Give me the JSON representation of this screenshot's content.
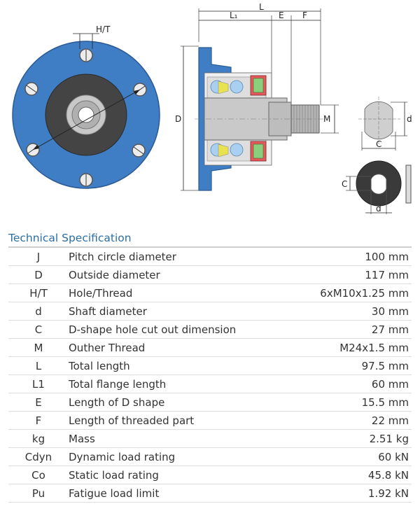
{
  "drawing_labels": {
    "ht": "H/T",
    "L": "L",
    "L1": "L₁",
    "E": "E",
    "F": "F",
    "D": "D",
    "M": "M",
    "d": "d",
    "C": "C",
    "C2": "C",
    "d2": "d"
  },
  "spec": {
    "title": "Technical Specification",
    "rows": [
      {
        "sym": "J",
        "desc": "Pitch circle diameter",
        "val": "100 mm"
      },
      {
        "sym": "D",
        "desc": "Outside diameter",
        "val": "117 mm"
      },
      {
        "sym": "H/T",
        "desc": "Hole/Thread",
        "val": "6xM10x1.25 mm"
      },
      {
        "sym": "d",
        "desc": "Shaft diameter",
        "val": "30 mm"
      },
      {
        "sym": "C",
        "desc": "D-shape hole cut out dimension",
        "val": "27 mm"
      },
      {
        "sym": "M",
        "desc": "Outher Thread",
        "val": "M24x1.5 mm"
      },
      {
        "sym": "L",
        "desc": "Total length",
        "val": "97.5 mm"
      },
      {
        "sym": "L1",
        "desc": "Total flange length",
        "val": "60 mm"
      },
      {
        "sym": "E",
        "desc": "Length of D shape",
        "val": "15.5 mm"
      },
      {
        "sym": "F",
        "desc": "Length of threaded part",
        "val": "22 mm"
      },
      {
        "sym": "kg",
        "desc": "Mass",
        "val": "2.51 kg"
      },
      {
        "sym": "Cdyn",
        "desc": "Dynamic load rating",
        "val": "60 kN"
      },
      {
        "sym": "Co",
        "desc": "Static load rating",
        "val": "45.8 kN"
      },
      {
        "sym": "Pu",
        "desc": "Fatigue load limit",
        "val": "1.92 kN"
      }
    ]
  }
}
